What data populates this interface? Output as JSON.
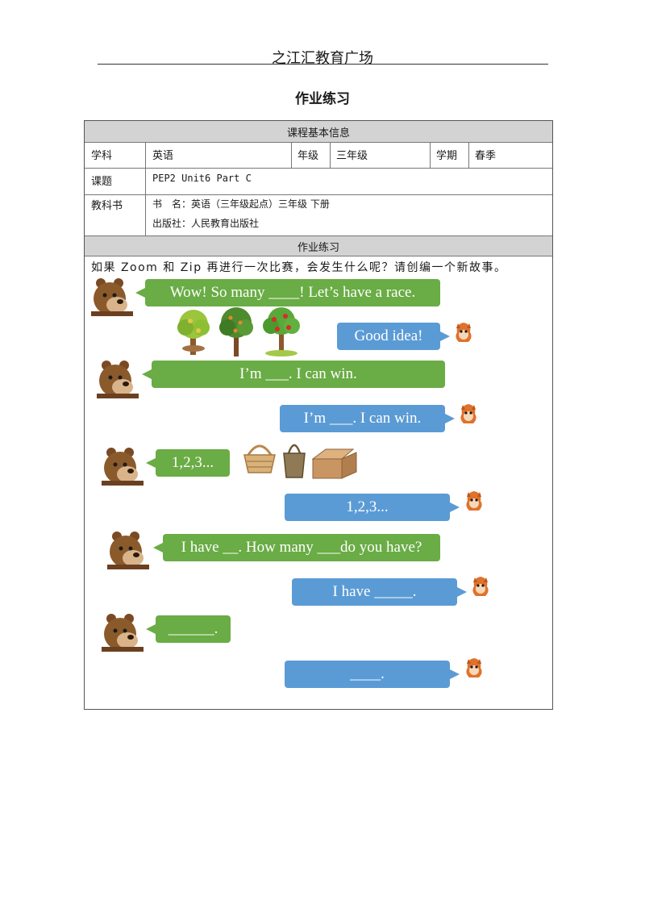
{
  "header": {
    "site_title": "之江汇教育广场"
  },
  "page_title": "作业练习",
  "course_info": {
    "section_label": "课程基本信息",
    "subject_label": "学科",
    "subject_value": "英语",
    "grade_label": "年级",
    "grade_value": "三年级",
    "term_label": "学期",
    "term_value": "春季",
    "topic_label": "课题",
    "topic_value": "PEP2 Unit6 Part C",
    "textbook_label": "教科书",
    "textbook_line1": "书　名：英语（三年级起点）三年级 下册",
    "textbook_line2": "出版社：人民教育出版社"
  },
  "exercise": {
    "section_label": "作业练习",
    "prompt": "如果 Zoom 和 Zip 再进行一次比赛，会发生什么呢？请创编一个新故事。",
    "dialogue": [
      {
        "speaker": "bear",
        "text": "Wow! So many ____! Let’s have a race."
      },
      {
        "speaker": "squirrel",
        "text": "Good idea!"
      },
      {
        "speaker": "bear",
        "text": "I’m ___. I can win."
      },
      {
        "speaker": "squirrel",
        "text": "I’m ___. I can win."
      },
      {
        "speaker": "bear",
        "text": "1,2,3..."
      },
      {
        "speaker": "squirrel",
        "text": "1,2,3..."
      },
      {
        "speaker": "bear",
        "text": "I have __. How many ___do you have?"
      },
      {
        "speaker": "squirrel",
        "text": "I have _____."
      },
      {
        "speaker": "bear",
        "text": "______."
      },
      {
        "speaker": "squirrel",
        "text": "____."
      }
    ]
  },
  "colors": {
    "green_bubble": "#6aac45",
    "blue_bubble": "#5b9bd5",
    "band_gray": "#d3d3d3"
  },
  "icons": [
    "bear-icon",
    "squirrel-icon",
    "tree-icon",
    "basket-icon",
    "bucket-icon",
    "box-icon"
  ]
}
